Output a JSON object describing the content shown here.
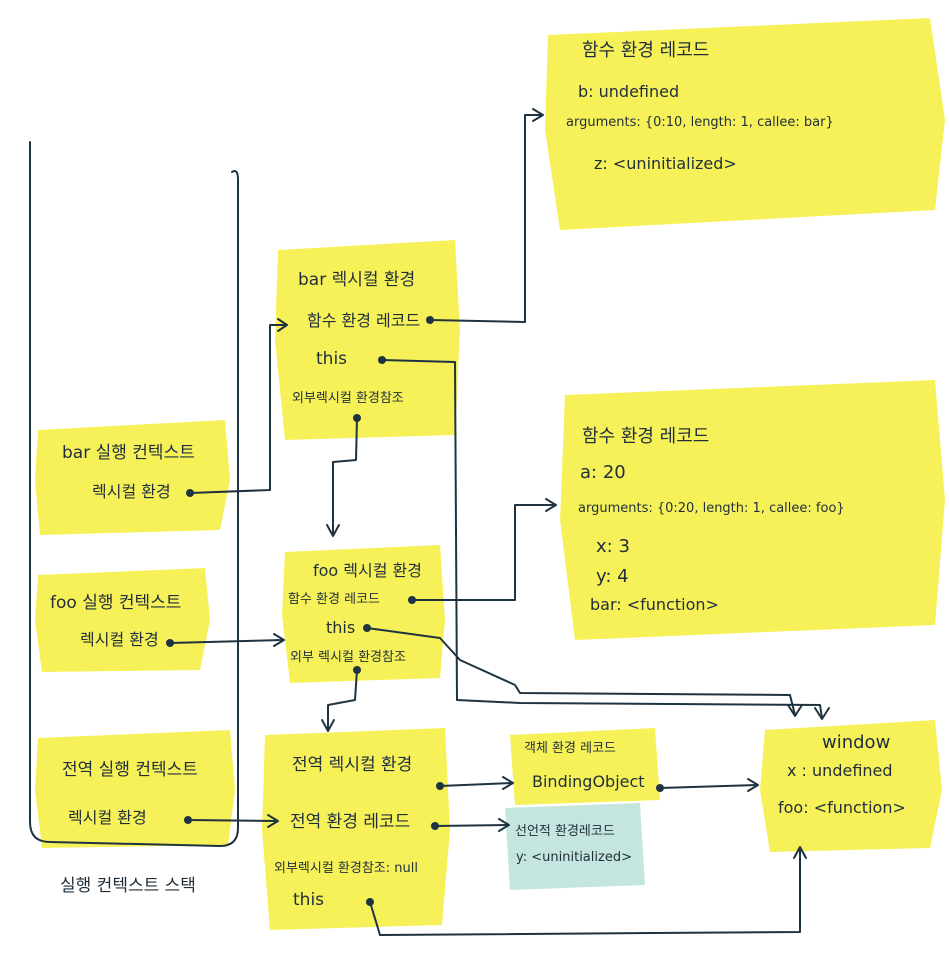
{
  "stack": {
    "caption": "실행 컨텍스트 스택",
    "bar_ctx": {
      "title": "bar 실행 컨텍스트",
      "lex": "렉시컬 환경"
    },
    "foo_ctx": {
      "title": "foo 실행 컨텍스트",
      "lex": "렉시컬 환경"
    },
    "global_ctx": {
      "title": "전역 실행 컨텍스트",
      "lex": "렉시컬 환경"
    }
  },
  "bar_lex": {
    "title": "bar 렉시컬 환경",
    "rec": "함수 환경 레코드",
    "this": "this",
    "outer": "외부렉시컬 환경참조"
  },
  "foo_lex": {
    "title": "foo 렉시컬 환경",
    "rec": "함수 환경 레코드",
    "this": "this",
    "outer": "외부 렉시컬 환경참조"
  },
  "global_lex": {
    "title": "전역 렉시컬 환경",
    "rec": "전역 환경 레코드",
    "outer": "외부렉시컬 환경참조: null",
    "this": "this"
  },
  "bar_rec": {
    "title": "함수 환경 레코드",
    "b": "b: undefined",
    "args": "arguments: {0:10, length: 1, callee: bar}",
    "z": "z: <uninitialized>"
  },
  "foo_rec": {
    "title": "함수 환경 레코드",
    "a": "a: 20",
    "args": "arguments: {0:20, length: 1, callee: foo}",
    "x": "x: 3",
    "y": "y: 4",
    "bar": "bar: <function>"
  },
  "obj_rec": {
    "title": "객체 환경 레코드",
    "binding": "BindingObject"
  },
  "decl_rec": {
    "title": "선언적 환경레코드",
    "y": "y: <uninitialized>"
  },
  "window": {
    "title": "window",
    "x": "x : undefined",
    "foo": "foo: <function>"
  }
}
